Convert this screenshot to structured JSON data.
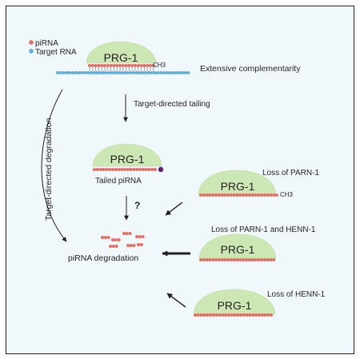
{
  "colors": {
    "panel_background": "#f1f8fc",
    "prg1_blob": "#cde7b4",
    "pirna_bead": "#ee6f63",
    "target_bead": "#5bb2e0",
    "tail_bead": "#5b1f74",
    "line": "#231f20"
  },
  "legend": {
    "pirna_label": "piRNA",
    "target_label": "Target RNA"
  },
  "main_complex": {
    "protein_label": "PRG-1",
    "methyl_label": "CH3",
    "complementarity_label": "Extensive complementarity"
  },
  "flow": {
    "tailing_label": "Target-directed tailing",
    "side_degradation_label": "Target-directed degradation",
    "uncertain_label": "?"
  },
  "tailed_complex": {
    "protein_label": "PRG-1",
    "caption": "Tailed piRNA"
  },
  "outcome": {
    "degradation_label": "piRNA degradation"
  },
  "conditions": [
    {
      "label": "Loss of PARN-1",
      "protein_label": "PRG-1",
      "methyl_label": "CH3"
    },
    {
      "label": "Loss of PARN-1 and HENN-1",
      "protein_label": "PRG-1"
    },
    {
      "label": "Loss of HENN-1",
      "protein_label": "PRG-1"
    }
  ]
}
